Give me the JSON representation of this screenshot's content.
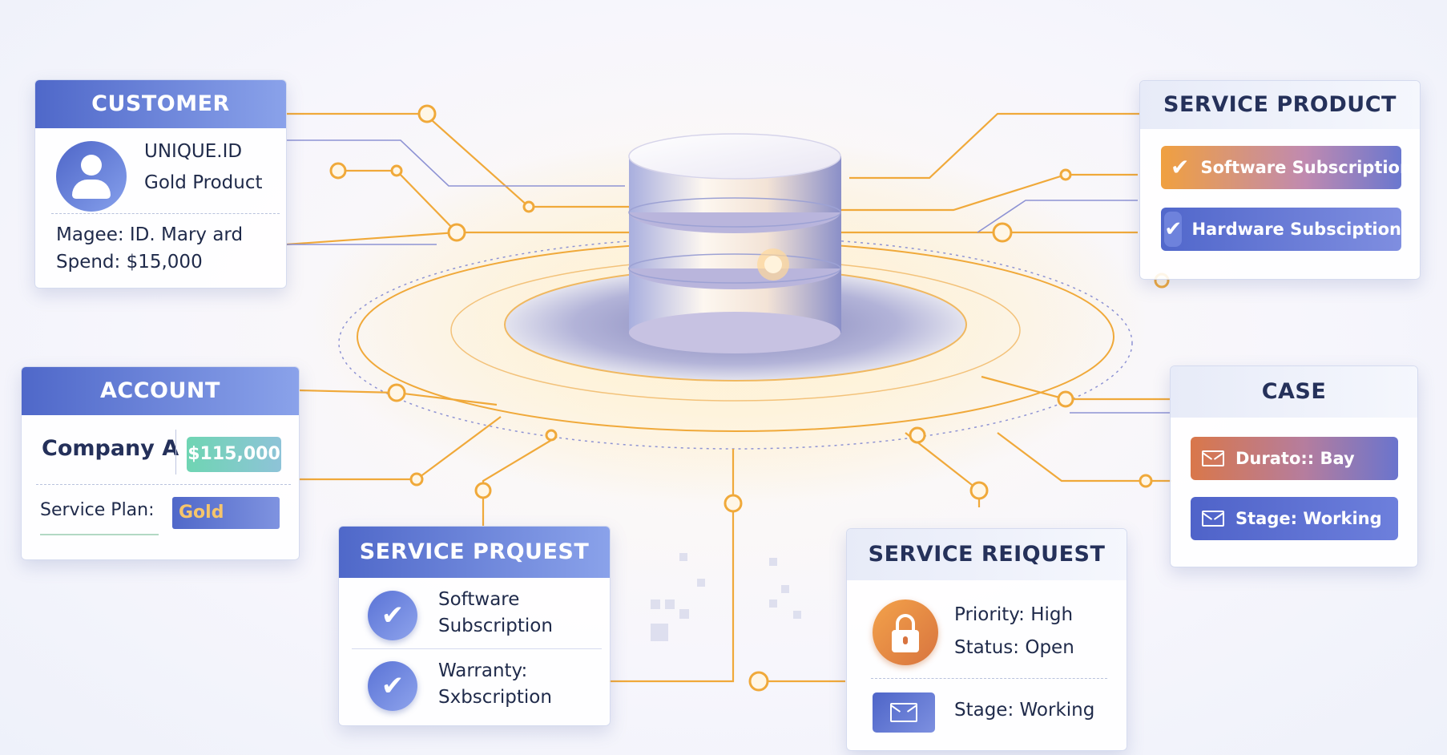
{
  "colors": {
    "header_blue": "#5570d0",
    "line_orange": "#f0a93a",
    "line_purple": "#8e93d4",
    "badge_green": "#6ed3b0",
    "gold_pill": "#5a6dd0",
    "case_orange": "#d9774a",
    "case_blue": "#5566cc"
  },
  "customer": {
    "title": "CUSTOMER",
    "id_label": "UNIQUE.ID",
    "product": "Gold Product",
    "manager": "Magee: ID. Mary ard",
    "spend": "Spend: $15,000",
    "icon": "user-avatar-icon"
  },
  "account": {
    "title": "ACCOUNT",
    "company": "Company A",
    "amount": "$115,000",
    "plan_label": "Service Plan:",
    "plan_value": "Gold"
  },
  "service_product": {
    "title": "SERVICE PRODUCT",
    "items": [
      {
        "label": "Software Subscription",
        "icon": "check-icon"
      },
      {
        "label": "Hardware Subsciption",
        "icon": "checkbox-icon"
      }
    ]
  },
  "case": {
    "title": "CASE",
    "items": [
      {
        "label": "Durato:: Bay",
        "icon": "envelope-icon"
      },
      {
        "label": "Stage: Working",
        "icon": "envelope-icon"
      }
    ]
  },
  "service_prquest": {
    "title": "SERVICE PRQUEST",
    "items": [
      {
        "line1": "Software",
        "line2": "Subscription",
        "icon": "check-circle-icon"
      },
      {
        "line1": "Warranty:",
        "line2": "Sxbscription",
        "icon": "check-circle-icon"
      }
    ]
  },
  "service_request": {
    "title": "SERVICE REIQUEST",
    "priority": "Priority: High",
    "status": "Status: Open",
    "stage": "Stage: Working",
    "lock_icon": "lock-icon",
    "mail_icon": "envelope-icon"
  },
  "center": {
    "icon": "database-icon"
  }
}
